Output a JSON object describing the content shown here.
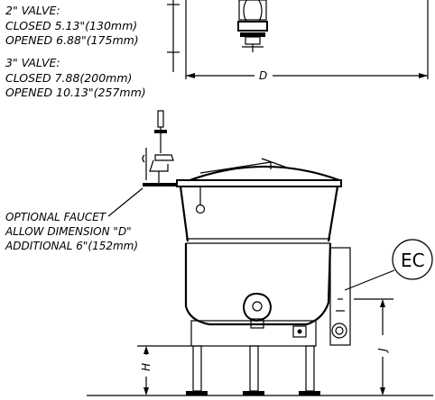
{
  "valve_2in": {
    "heading": "2\" VALVE:",
    "closed": "CLOSED 5.13\"(130mm)",
    "opened": "OPENED 6.88\"(175mm)"
  },
  "valve_3in": {
    "heading": "3\" VALVE:",
    "closed": "CLOSED 7.88(200mm)",
    "opened": "OPENED 10.13\"(257mm)"
  },
  "faucet_note": {
    "line1": "OPTIONAL FAUCET",
    "line2": "ALLOW DIMENSION \"D\"",
    "line3": "ADDITIONAL 6\"(152mm)"
  },
  "dimensions": {
    "d": "D",
    "h": "H",
    "j": "J"
  },
  "badge": {
    "label": "EC"
  }
}
